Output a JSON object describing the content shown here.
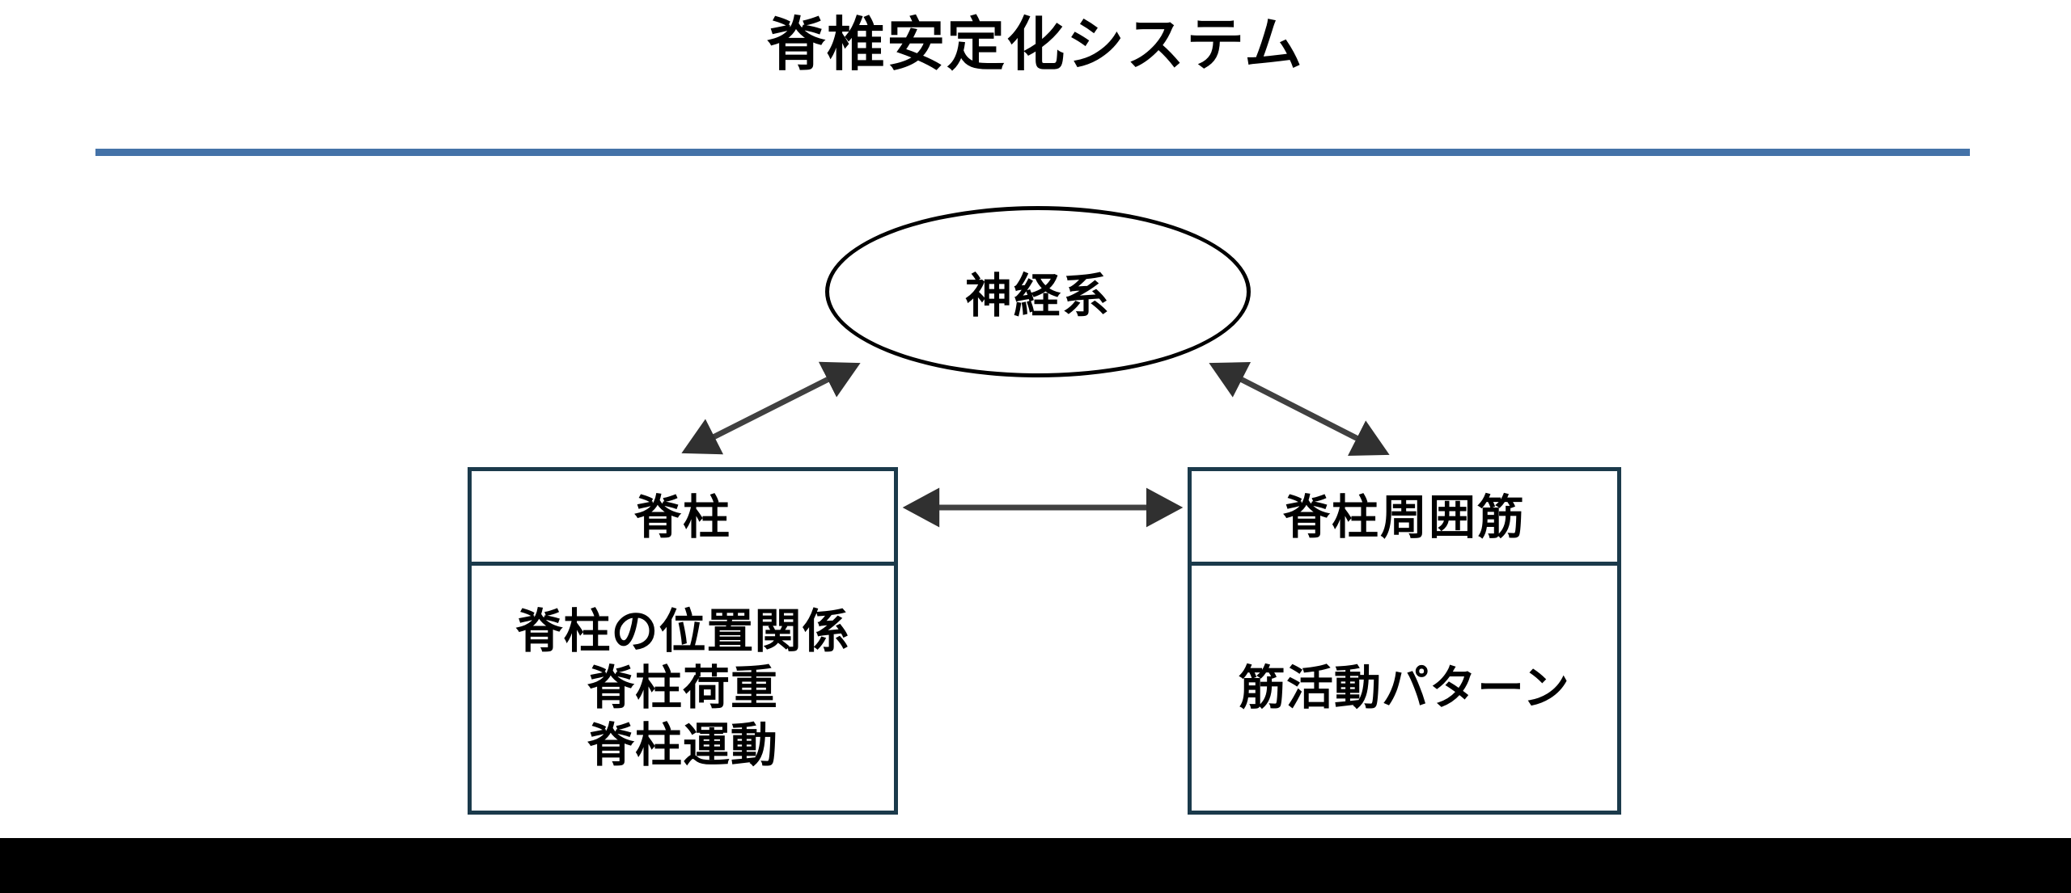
{
  "slide": {
    "title": "脊椎安定化システム",
    "accent_color": "#4472A8",
    "box_border_color": "#1B3A4B",
    "arrow_color": "#404040",
    "text_color": "#000000",
    "background_color": "#FFFFFF",
    "footer_bar_color": "#000000"
  },
  "diagram": {
    "type": "relationship-triangle",
    "nodes": {
      "nervous_system": {
        "shape": "ellipse",
        "label": "神経系"
      },
      "spine": {
        "shape": "rectangle",
        "header": "脊柱",
        "lines": [
          "脊柱の位置関係",
          "脊柱荷重",
          "脊柱運動"
        ]
      },
      "paraspinal_muscles": {
        "shape": "rectangle",
        "header": "脊柱周囲筋",
        "lines": [
          "筋活動パターン"
        ]
      }
    },
    "connectors": [
      {
        "name": "spine-to-nervous-system",
        "from": "spine",
        "to": "nervous_system",
        "style": "double-headed-arrow",
        "orientation": "diagonal-up-right"
      },
      {
        "name": "nervous-system-to-muscles",
        "from": "nervous_system",
        "to": "paraspinal_muscles",
        "style": "double-headed-arrow",
        "orientation": "diagonal-down-right"
      },
      {
        "name": "spine-to-muscles",
        "from": "spine",
        "to": "paraspinal_muscles",
        "style": "double-headed-arrow",
        "orientation": "horizontal"
      }
    ]
  }
}
